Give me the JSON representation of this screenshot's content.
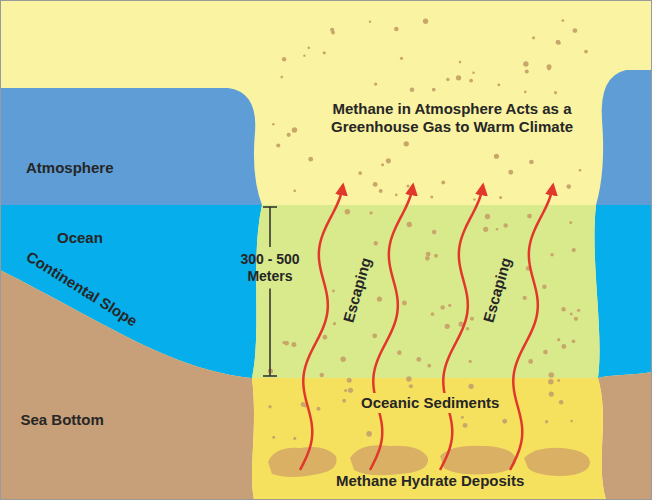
{
  "diagram": {
    "labels": [
      "Methane in Atmosphere Acts as a Greenhouse Gas to Warm Climate",
      "Atmosphere",
      "Ocean",
      "Continental Slope",
      "300 - 500 Meters",
      "Escaping",
      "Escaping",
      "Sea Bottom",
      "Oceanic Sediments",
      "Methane Hydrate Deposits"
    ]
  }
}
